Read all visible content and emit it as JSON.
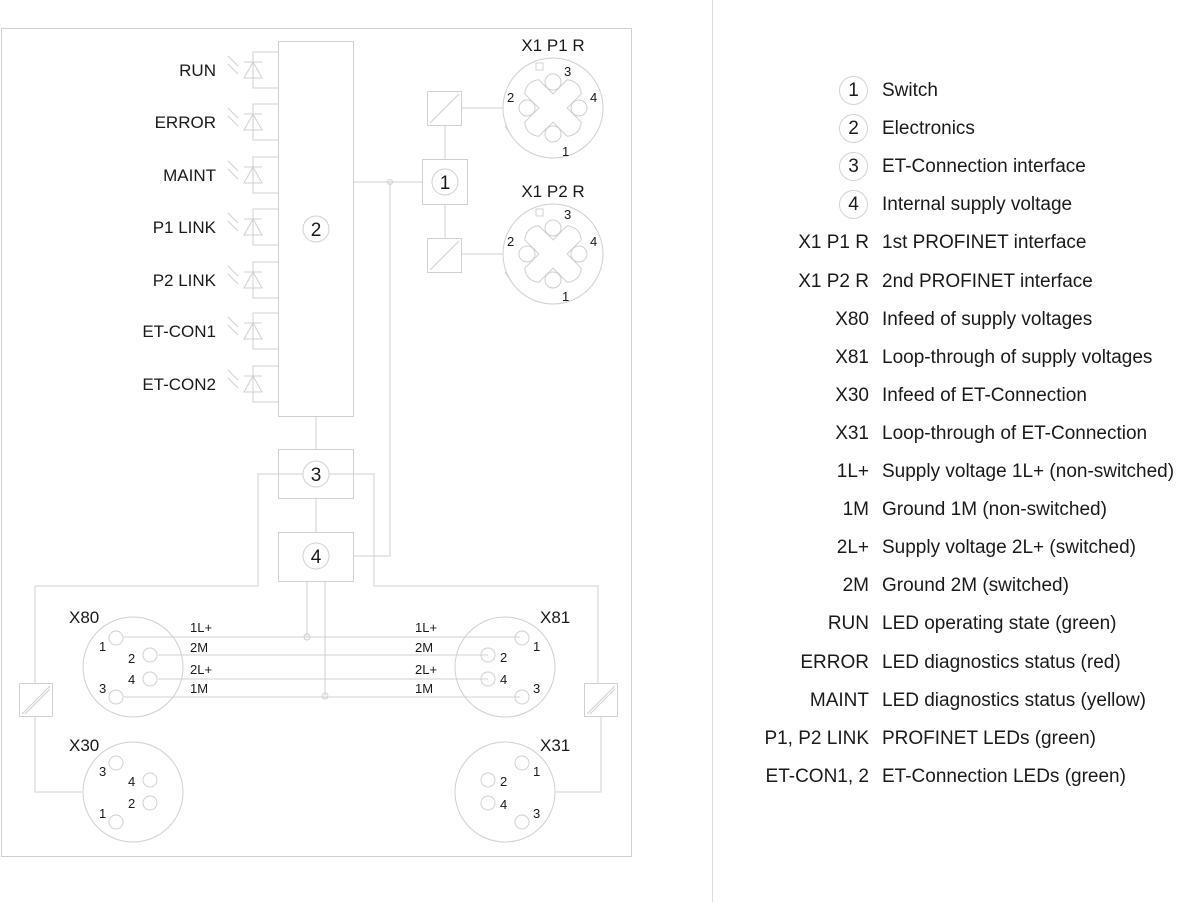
{
  "diagram": {
    "leds": [
      "RUN",
      "ERROR",
      "MAINT",
      "P1 LINK",
      "P2 LINK",
      "ET-CON1",
      "ET-CON2"
    ],
    "blocks": {
      "switch": "1",
      "electronics": "2",
      "et_connection": "3",
      "supply": "4"
    },
    "ports": {
      "x1p1": {
        "label": "X1 P1 R",
        "pins": [
          "1",
          "2",
          "3",
          "4"
        ]
      },
      "x1p2": {
        "label": "X1 P2 R",
        "pins": [
          "1",
          "2",
          "3",
          "4"
        ]
      },
      "x80": {
        "label": "X80",
        "pins": [
          "1",
          "2",
          "3",
          "4"
        ]
      },
      "x81": {
        "label": "X81",
        "pins": [
          "1",
          "2",
          "3",
          "4"
        ]
      },
      "x30": {
        "label": "X30",
        "pins": [
          "1",
          "2",
          "3",
          "4"
        ]
      },
      "x31": {
        "label": "X31",
        "pins": [
          "1",
          "2",
          "3",
          "4"
        ]
      }
    },
    "wires": [
      "1L+",
      "2M",
      "2L+",
      "1M"
    ]
  },
  "legend": [
    {
      "key": "1",
      "circled": true,
      "desc": "Switch"
    },
    {
      "key": "2",
      "circled": true,
      "desc": "Electronics"
    },
    {
      "key": "3",
      "circled": true,
      "desc": "ET-Connection interface"
    },
    {
      "key": "4",
      "circled": true,
      "desc": "Internal supply voltage"
    },
    {
      "key": "X1 P1 R",
      "circled": false,
      "desc": "1st PROFINET interface"
    },
    {
      "key": "X1 P2 R",
      "circled": false,
      "desc": "2nd PROFINET interface"
    },
    {
      "key": "X80",
      "circled": false,
      "desc": "Infeed of supply voltages"
    },
    {
      "key": "X81",
      "circled": false,
      "desc": "Loop-through of supply voltages"
    },
    {
      "key": "X30",
      "circled": false,
      "desc": "Infeed of ET-Connection"
    },
    {
      "key": "X31",
      "circled": false,
      "desc": "Loop-through of ET-Connection"
    },
    {
      "key": "1L+",
      "circled": false,
      "desc": "Supply voltage 1L+ (non-switched)"
    },
    {
      "key": "1M",
      "circled": false,
      "desc": "Ground 1M (non-switched)"
    },
    {
      "key": "2L+",
      "circled": false,
      "desc": "Supply voltage 2L+ (switched)"
    },
    {
      "key": "2M",
      "circled": false,
      "desc": "Ground 2M (switched)"
    },
    {
      "key": "RUN",
      "circled": false,
      "desc": "LED operating state (green)"
    },
    {
      "key": "ERROR",
      "circled": false,
      "desc": "LED diagnostics status (red)"
    },
    {
      "key": "MAINT",
      "circled": false,
      "desc": "LED diagnostics status (yellow)"
    },
    {
      "key": "P1, P2 LINK",
      "circled": false,
      "desc": "PROFINET LEDs (green)"
    },
    {
      "key": "ET-CON1, 2",
      "circled": false,
      "desc": "ET-Connection LEDs (green)"
    }
  ]
}
